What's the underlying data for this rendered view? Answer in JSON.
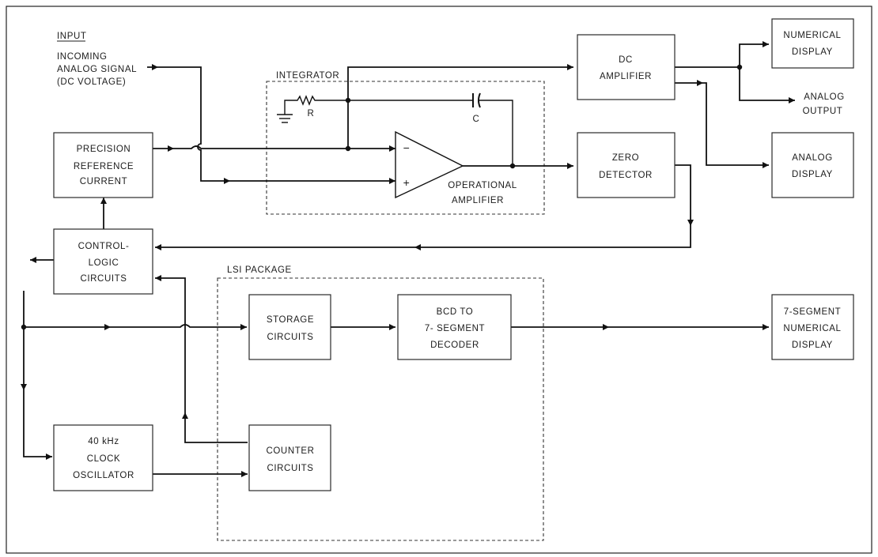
{
  "input": {
    "heading": "INPUT",
    "line1": "INCOMING",
    "line2": "ANALOG SIGNAL",
    "line3": "(DC VOLTAGE)"
  },
  "integrator": {
    "label": "INTEGRATOR",
    "resistor": "R",
    "capacitor": "C",
    "minus": "−",
    "plus": "+",
    "opamp_line1": "OPERATIONAL",
    "opamp_line2": "AMPLIFIER"
  },
  "lsi": {
    "label": "LSI PACKAGE"
  },
  "blocks": {
    "precision": [
      "PRECISION",
      "REFERENCE",
      "CURRENT"
    ],
    "control": [
      "CONTROL-",
      "LOGIC",
      "CIRCUITS"
    ],
    "clock": [
      "40 kHz",
      "CLOCK",
      "OSCILLATOR"
    ],
    "dc_amp": [
      "DC",
      "AMPLIFIER"
    ],
    "zero": [
      "ZERO",
      "DETECTOR"
    ],
    "numerical": [
      "NUMERICAL",
      "DISPLAY"
    ],
    "analog_display": [
      "ANALOG",
      "DISPLAY"
    ],
    "storage": [
      "STORAGE",
      "CIRCUITS"
    ],
    "bcd": [
      "BCD TO",
      "7- SEGMENT",
      "DECODER"
    ],
    "counter": [
      "COUNTER",
      "CIRCUITS"
    ],
    "seven_seg": [
      "7-SEGMENT",
      "NUMERICAL",
      "DISPLAY"
    ]
  },
  "analog_output": [
    "ANALOG",
    "OUTPUT"
  ]
}
